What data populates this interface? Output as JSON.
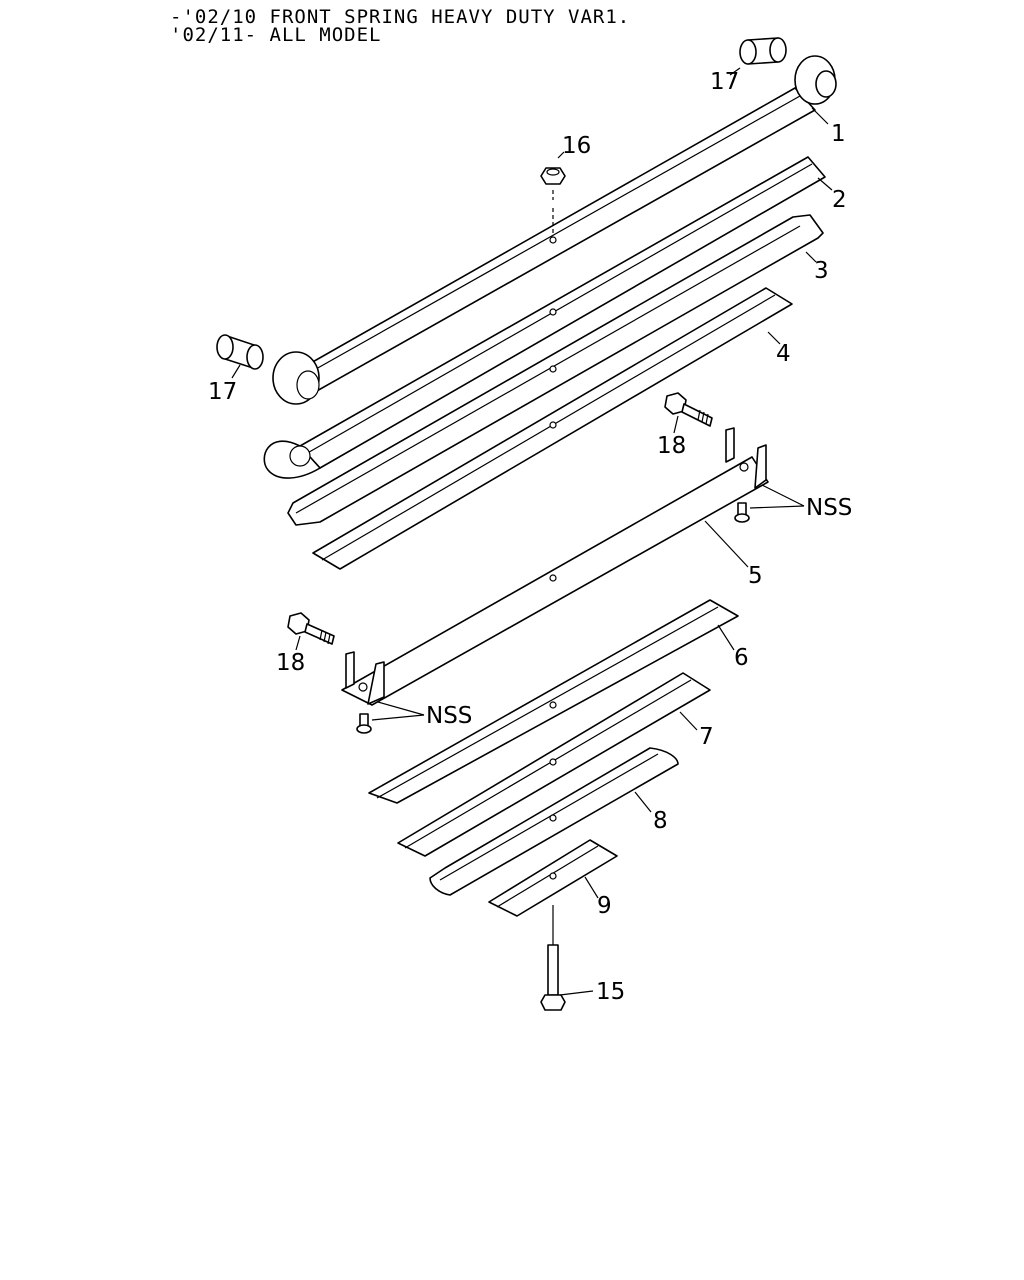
{
  "header": {
    "line1": "-'02/10 FRONT SPRING HEAVY DUTY VAR1.",
    "line2": "'02/11- ALL MODEL"
  },
  "callouts": {
    "c1": "1",
    "c2": "2",
    "c3": "3",
    "c4": "4",
    "c5": "5",
    "c6": "6",
    "c7": "7",
    "c8": "8",
    "c9": "9",
    "c15": "15",
    "c16": "16",
    "c17a": "17",
    "c17b": "17",
    "c18a": "18",
    "c18b": "18",
    "nss_a": "NSS",
    "nss_b": "NSS"
  },
  "colors": {
    "line": "#000000",
    "background": "#ffffff"
  }
}
